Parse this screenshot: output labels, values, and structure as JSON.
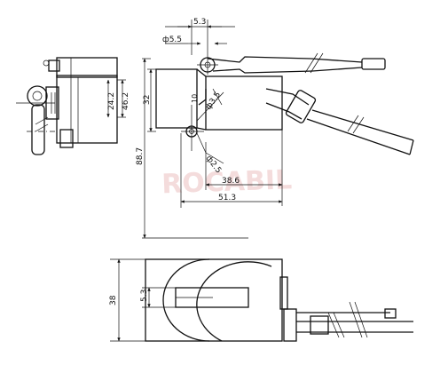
{
  "dimensions": {
    "d_5_3_top": "5.3",
    "d_phi_5_5": "ф5.5",
    "d_32": "32",
    "d_24_2": "24.2",
    "d_46_2": "46.2",
    "d_88_7": "88.7",
    "d_38_6": "38.6",
    "d_51_3": "51.3",
    "d_phi_3_5": "ф3.5",
    "d_r_phi_2_5": "ф2.5",
    "d_38": "38",
    "d_5_3_bottom": "5.3",
    "d_r10": "10"
  },
  "watermark": {
    "text": "ROCABIL"
  }
}
